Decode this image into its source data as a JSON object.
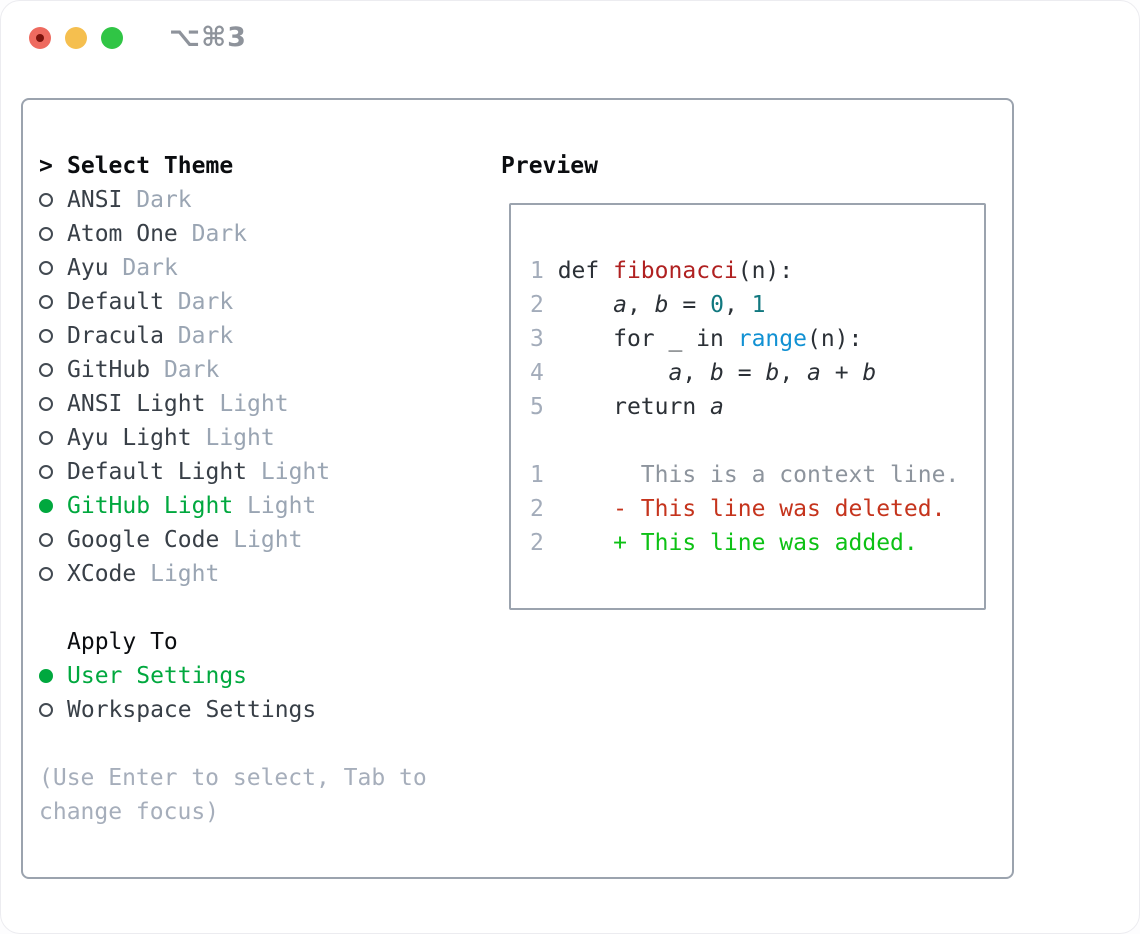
{
  "window": {
    "shortcut_title": "⌥⌘3",
    "traffic_lights": [
      "close",
      "minimize",
      "zoom"
    ]
  },
  "theme_panel": {
    "header_marker": ">",
    "header_label": "Select Theme",
    "themes": [
      {
        "name": "ANSI",
        "tag": "Dark",
        "selected": false
      },
      {
        "name": "Atom One",
        "tag": "Dark",
        "selected": false
      },
      {
        "name": "Ayu",
        "tag": "Dark",
        "selected": false
      },
      {
        "name": "Default",
        "tag": "Dark",
        "selected": false
      },
      {
        "name": "Dracula",
        "tag": "Dark",
        "selected": false
      },
      {
        "name": "GitHub",
        "tag": "Dark",
        "selected": false
      },
      {
        "name": "ANSI Light",
        "tag": "Light",
        "selected": false
      },
      {
        "name": "Ayu Light",
        "tag": "Light",
        "selected": false
      },
      {
        "name": "Default Light",
        "tag": "Light",
        "selected": false
      },
      {
        "name": "GitHub Light",
        "tag": "Light",
        "selected": true
      },
      {
        "name": "Google Code",
        "tag": "Light",
        "selected": false
      },
      {
        "name": "XCode",
        "tag": "Light",
        "selected": false
      }
    ],
    "apply_to_label": "Apply To",
    "apply_options": [
      {
        "name": "User Settings",
        "selected": true
      },
      {
        "name": "Workspace Settings",
        "selected": false
      }
    ],
    "hint_lines": [
      "(Use Enter to select, Tab to",
      "change focus)"
    ]
  },
  "preview": {
    "label": "Preview",
    "code_lines": [
      {
        "num": "1",
        "segments": [
          {
            "t": " def ",
            "s": "p"
          },
          {
            "t": "fibonacci",
            "s": "fn"
          },
          {
            "t": "(n):",
            "s": "p"
          }
        ]
      },
      {
        "num": "2",
        "segments": [
          {
            "t": "     ",
            "s": "p"
          },
          {
            "t": "a",
            "s": "v"
          },
          {
            "t": ", ",
            "s": "p"
          },
          {
            "t": "b",
            "s": "v"
          },
          {
            "t": " = ",
            "s": "p"
          },
          {
            "t": "0",
            "s": "nm"
          },
          {
            "t": ", ",
            "s": "p"
          },
          {
            "t": "1",
            "s": "nm"
          }
        ]
      },
      {
        "num": "3",
        "segments": [
          {
            "t": "     for _ in ",
            "s": "p"
          },
          {
            "t": "range",
            "s": "bi"
          },
          {
            "t": "(n):",
            "s": "p"
          }
        ]
      },
      {
        "num": "4",
        "segments": [
          {
            "t": "         ",
            "s": "p"
          },
          {
            "t": "a",
            "s": "v"
          },
          {
            "t": ", ",
            "s": "p"
          },
          {
            "t": "b",
            "s": "v"
          },
          {
            "t": " = ",
            "s": "p"
          },
          {
            "t": "b",
            "s": "v"
          },
          {
            "t": ", ",
            "s": "p"
          },
          {
            "t": "a",
            "s": "v"
          },
          {
            "t": " + ",
            "s": "p"
          },
          {
            "t": "b",
            "s": "v"
          }
        ]
      },
      {
        "num": "5",
        "segments": [
          {
            "t": "     return ",
            "s": "p"
          },
          {
            "t": "a",
            "s": "v"
          }
        ]
      },
      {
        "num": "",
        "segments": []
      },
      {
        "num": "1",
        "segments": [
          {
            "t": "       This is a context line.",
            "s": "ctx"
          }
        ]
      },
      {
        "num": "2",
        "segments": [
          {
            "t": "     - This line was deleted.",
            "s": "del"
          }
        ]
      },
      {
        "num": "2",
        "segments": [
          {
            "t": "     + This line was added.",
            "s": "add"
          }
        ]
      }
    ]
  },
  "colors": {
    "selected_green": "#00a83e",
    "added_green": "#0dc115",
    "deleted_red": "#c5341d",
    "function_red": "#b02121",
    "number_teal": "#11787f",
    "builtin_blue": "#1191d3",
    "context_gray": "#8d949d",
    "tag_gray": "#9aa5b3",
    "border_gray": "#9ba3ae",
    "traffic_red": "#ee6a5f",
    "traffic_yellow": "#f5bf4f",
    "traffic_green": "#30c545"
  }
}
